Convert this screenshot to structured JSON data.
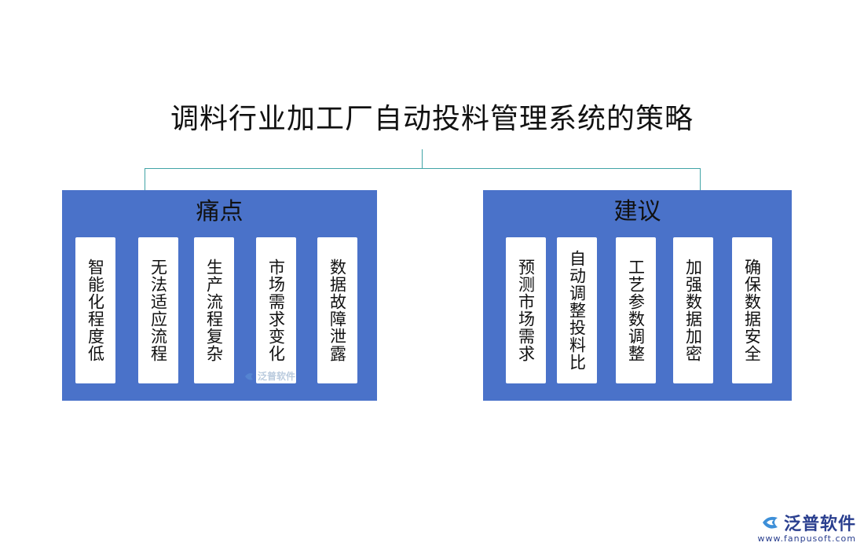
{
  "title": "调料行业加工厂自动投料管理系统的策略",
  "colors": {
    "panel": "#4a72c9",
    "card": "#ffffff",
    "connector": "#41a4a6"
  },
  "pain_points": {
    "heading": "痛点",
    "items": [
      "智能化程度低",
      "无法适应流程",
      "生产流程复杂",
      "市场需求变化",
      "数据故障泄露"
    ]
  },
  "suggestions": {
    "heading": "建议",
    "items": [
      "预测市场需求",
      "自动调整投料比",
      "工艺参数调整",
      "加强数据加密",
      "确保数据安全"
    ]
  },
  "watermark": {
    "text": "泛普软件",
    "icon": "fanpu-logo-icon"
  },
  "logo": {
    "name": "泛普软件",
    "url": "www.fanpusoft.com",
    "icon": "fanpu-logo-icon"
  }
}
